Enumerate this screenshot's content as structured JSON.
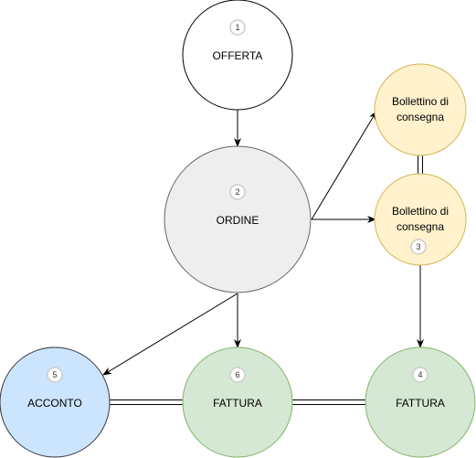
{
  "nodes": {
    "offerta": {
      "label": "OFFERTA",
      "badge": "1",
      "fill": "#ffffff",
      "stroke": "#000000"
    },
    "ordine": {
      "label": "ORDINE",
      "badge": "2",
      "fill": "#eeeeee",
      "stroke": "#666666"
    },
    "bollettino_top": {
      "label_line1": "Bollettino di",
      "label_line2": "consegna",
      "fill": "#fff2cc",
      "stroke": "#d6b656"
    },
    "bollettino_bottom": {
      "label_line1": "Bollettino di",
      "label_line2": "consegna",
      "badge": "3",
      "fill": "#fff2cc",
      "stroke": "#d6b656"
    },
    "acconto": {
      "label": "ACCONTO",
      "badge": "5",
      "fill": "#cce5ff",
      "stroke": "#36393d"
    },
    "fattura_middle": {
      "label": "FATTURA",
      "badge": "6",
      "fill": "#d5e8d4",
      "stroke": "#82b366"
    },
    "fattura_right": {
      "label": "FATTURA",
      "badge": "4",
      "fill": "#d5e8d4",
      "stroke": "#82b366"
    }
  },
  "badge_style": {
    "fill": "#ffffff",
    "stroke": "#cccccc"
  }
}
